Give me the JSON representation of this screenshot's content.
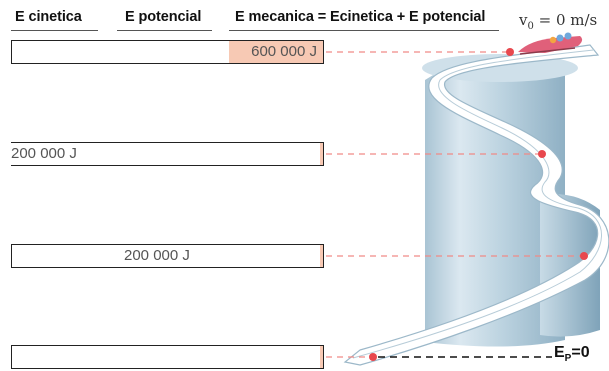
{
  "headers": {
    "kinetic": "E cinetica",
    "potential": "E potencial",
    "mechanical": "E mecanica = Ecinetica + E potencial"
  },
  "velocity": {
    "symbol": "v",
    "subscript": "0",
    "rest": " = 0 m/s"
  },
  "ground_label": {
    "symbol": "E",
    "subscript": "P",
    "rest": "=0"
  },
  "rows": [
    {
      "kinetic": "",
      "potential": "",
      "mechanical": "600 000 J"
    },
    {
      "kinetic": "200 000 J",
      "potential": "",
      "mechanical": ""
    },
    {
      "kinetic": "",
      "potential": "200 000 J",
      "mechanical": ""
    },
    {
      "kinetic": "",
      "potential": "",
      "mechanical": ""
    }
  ],
  "colors": {
    "highlight": "#f7c9b4",
    "dashed_line": "#f08a86",
    "marker": "#e8484e",
    "column_light": "#dbe8f0",
    "column_dark": "#8fb0c4",
    "track": "#ffffff",
    "sled": "#e0607a"
  }
}
